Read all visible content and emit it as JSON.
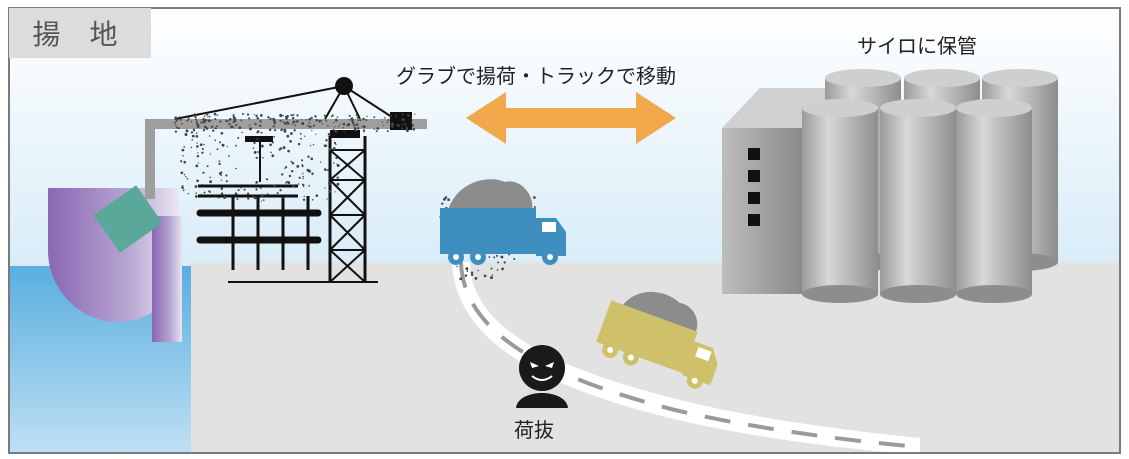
{
  "header": {
    "title": "揚 地"
  },
  "labels": {
    "storage": "サイロに保管",
    "transfer": "グラブで揚荷・トラックで移動",
    "theft": "荷抜"
  },
  "colors": {
    "sky_top": "#ffffff",
    "sky_bottom": "#dbeef9",
    "sea": "#4fa6d8",
    "ground": "#e2e2e2",
    "border": "#7a7a7a",
    "arrow": "#f0a84a",
    "blue_truck": "#3e8fc0",
    "yellow_truck": "#cfc06a",
    "ship_hull": "#8e6fb6",
    "cargo_block": "#5aa89a",
    "silo": "#b5b5b5",
    "thief": "#1a1a1a"
  },
  "icons": {
    "crane": "gantry-crane-icon",
    "ship": "ship-hull-icon",
    "truck_loaded": "dump-truck-icon",
    "truck_leaving": "dump-truck-icon",
    "silo": "silo-icon",
    "thief": "thief-icon",
    "arrow": "double-arrow-icon"
  }
}
